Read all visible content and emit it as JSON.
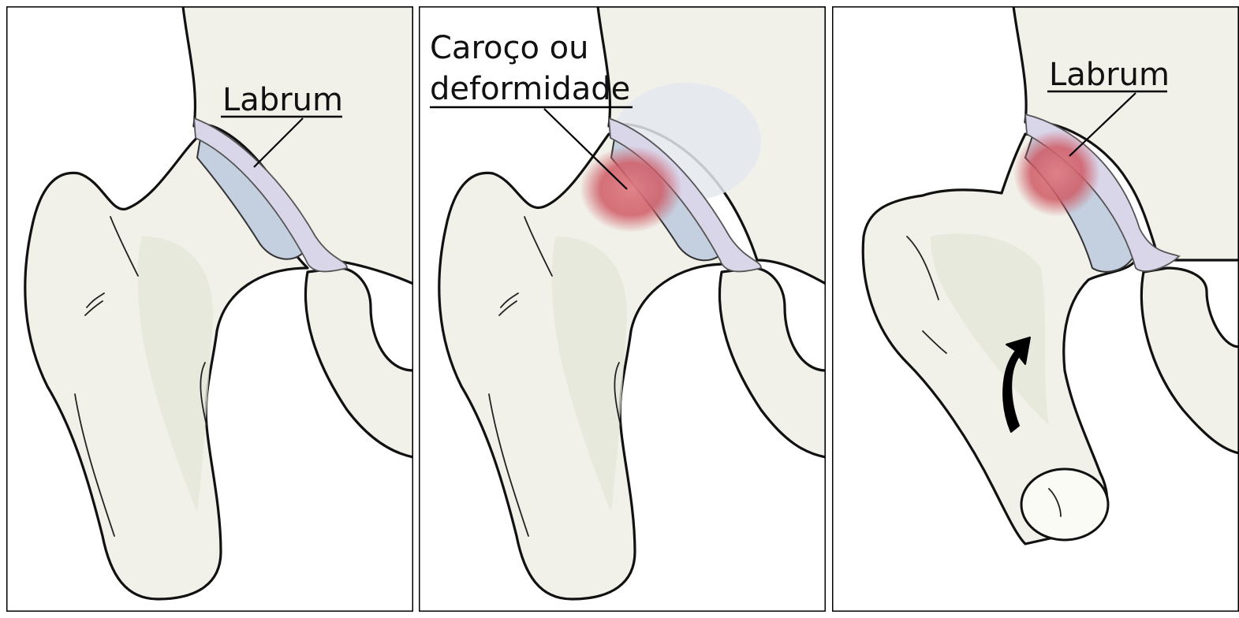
{
  "panels": [
    {
      "label_lines": [
        "Labrum"
      ]
    },
    {
      "label_lines": [
        "Caroço ou",
        "deformidade"
      ]
    },
    {
      "label_lines": [
        "Labrum"
      ]
    }
  ],
  "colors": {
    "bone": "#f1f1ea",
    "labrum": "#d9d6ea",
    "cartilage": "#c4cfdf",
    "lesion": "#cf5a64",
    "outline": "#111111"
  },
  "icons": [
    "curved-arrow-icon"
  ]
}
